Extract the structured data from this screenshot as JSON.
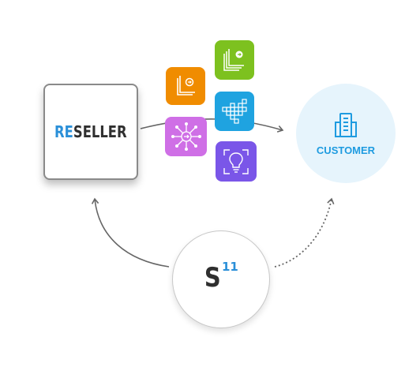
{
  "diagram": {
    "reseller": {
      "logo_prefix": "RE",
      "logo_suffix": "SELLER",
      "logo_accent_color": "#2a8fd8"
    },
    "customer": {
      "label": "CUSTOMER",
      "icon": "building-icon",
      "color": "#1e9be0"
    },
    "s11": {
      "letter": "S",
      "number": "11"
    },
    "apps": [
      {
        "icon": "stacked-pages-icon",
        "color": "#f08c00"
      },
      {
        "icon": "stacked-layers-icon",
        "color": "#7dc11f"
      },
      {
        "icon": "pixel-grid-icon",
        "color": "#1fa3e0"
      },
      {
        "icon": "network-hub-icon",
        "color": "#cf6fe6"
      },
      {
        "icon": "lightbulb-icon",
        "color": "#7a56e8"
      }
    ]
  }
}
